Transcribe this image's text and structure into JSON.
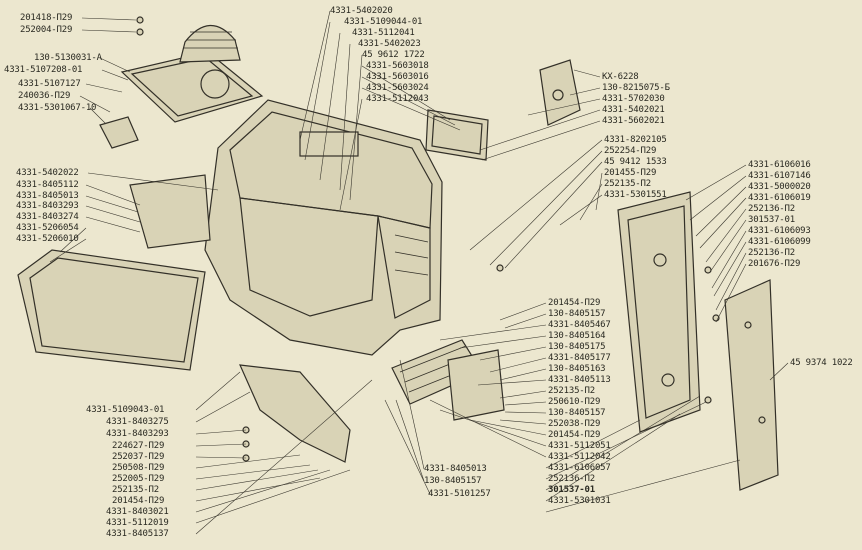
{
  "callouts": {
    "top_left": [
      "201418-П29",
      "252004-П29",
      "130-5130031-А",
      "4331-5107208-01",
      "4331-5107127",
      "240036-П29",
      "4331-5301067-10"
    ],
    "left": [
      "4331-5402022",
      "4331-8405112",
      "4331-8405013",
      "4331-8403293",
      "4331-8403274",
      "4331-5206054",
      "4331-5206010"
    ],
    "top_center": [
      "4331-5402020",
      "4331-5109044-01",
      "4331-5112041",
      "4331-5402023",
      "45 9612 1722",
      "4331-5603018",
      "4331-5603016",
      "4331-5603024",
      "4331-5112043"
    ],
    "top_right": [
      "КХ-6228",
      "130-8215075-Б",
      "4331-5702030",
      "4331-5402021",
      "4331-5602021"
    ],
    "mid_right": [
      "4331-8202105",
      "252254-П29",
      "45 9412 1533",
      "201455-П29",
      "252135-П2",
      "4331-5301551"
    ],
    "far_right": [
      "4331-6106016",
      "4331-6107146",
      "4331-5000020",
      "4331-6106019",
      "252136-П2",
      "301537-01",
      "4331-6106093",
      "4331-6106099",
      "252136-П2",
      "201676-П29"
    ],
    "far_right_single": "45 9374 1022",
    "bottom_left": [
      "4331-5109043-01",
      "4331-8403275",
      "4331-8403293",
      "224627-П29",
      "252037-П29",
      "250508-П29",
      "252005-П29",
      "252135-П2",
      "201454-П29",
      "4331-8403021",
      "4331-5112019",
      "4331-8405137"
    ],
    "bottom_center": [
      "4331-8405013",
      "130-8405157",
      "4331-5101257"
    ],
    "bottom_right": [
      "201454-П29",
      "130-8405157",
      "4331-8405467",
      "130-8405164",
      "130-8405175",
      "4331-8405177",
      "130-8405163",
      "4331-8405113",
      "252135-П2",
      "250610-П29",
      "130-8405157",
      "252038-П29",
      "201454-П29",
      "4331-5112051",
      "4331-5112042",
      "4331-6106057",
      "252136-П2",
      "301537-01",
      "4331-5301031"
    ]
  }
}
